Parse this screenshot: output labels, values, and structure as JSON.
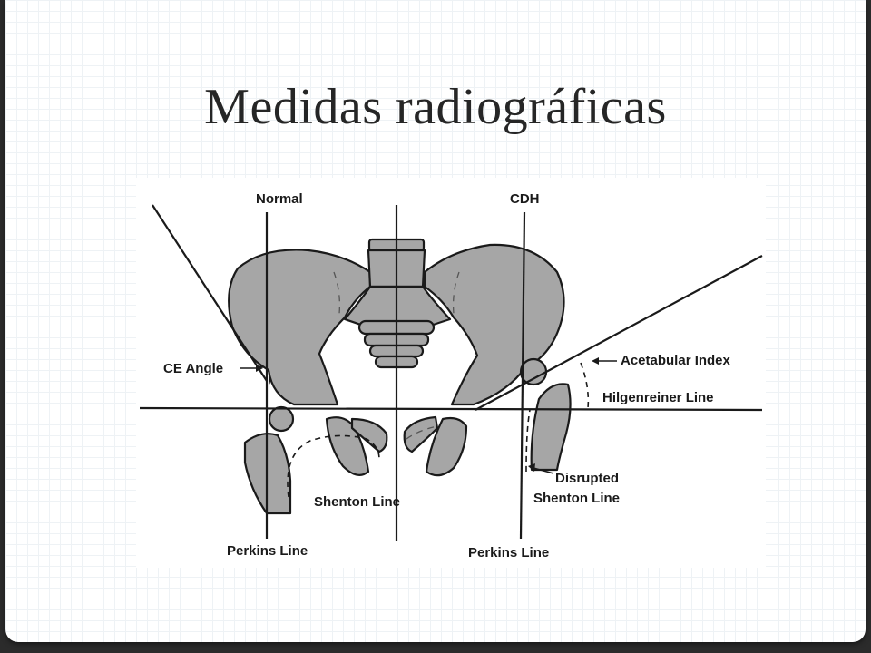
{
  "slide": {
    "title": "Medidas radiográficas"
  },
  "diagram": {
    "labels": {
      "normal": "Normal",
      "cdh": "CDH",
      "ce_angle": "CE Angle",
      "acetabular_index": "Acetabular Index",
      "hilgenreiner_line": "Hilgenreiner Line",
      "disrupted_shenton_1": "Disrupted",
      "disrupted_shenton_2": "Shenton Line",
      "shenton_line": "Shenton Line",
      "perkins_left": "Perkins Line",
      "perkins_right": "Perkins Line"
    },
    "colors": {
      "bone": "#a6a6a6",
      "ink": "#1a1a1a"
    }
  }
}
